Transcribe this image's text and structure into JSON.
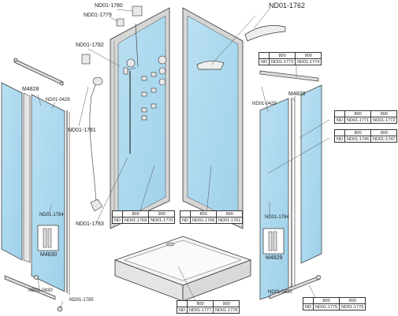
{
  "colors": {
    "glass": "#a8d6ec",
    "frame": "#c9c9c9",
    "stroke": "#333333",
    "line": "#555555"
  },
  "labels": {
    "nd01_1762": "ND01-1762",
    "nd01_1780": "ND01-1780",
    "nd01_1779": "ND01-1779",
    "nd01_1782": "ND01-1782",
    "nd01_1781": "ND01-1781",
    "nd01_1783": "ND01-1783",
    "m4828_left": "M4828",
    "nd01_0429_left": "ND01-0429",
    "nd01_1784_left": "ND01-1784",
    "m4830": "M4830",
    "nd01_0430_left": "ND01-0430",
    "nd01_1785": "ND01-1785",
    "nd01_0429_right": "ND01-0429",
    "m4828_right": "M4828",
    "nd01_1784_right": "ND01-1784",
    "m4829": "M4829",
    "nd01_0430_right": "ND01-0430"
  },
  "tables": {
    "top_right": {
      "h1": "800",
      "h2": "900",
      "k": "ND",
      "c1": "ND01-1773",
      "c2": "ND01-1774"
    },
    "right_upper": {
      "h1": "800",
      "h2": "900",
      "k": "ND",
      "c1": "ND01-1771",
      "c2": "ND01-1772"
    },
    "right_lower": {
      "h1": "800",
      "h2": "900",
      "k": "ND",
      "c1": "ND01-1746",
      "c2": "ND01-1747"
    },
    "back_left": {
      "h1": "800",
      "h2": "900",
      "k": "ND",
      "c1": "ND01-1769",
      "c2": "ND01-1770"
    },
    "back_right": {
      "h1": "800",
      "h2": "900",
      "k": "ND",
      "c1": "ND01-1768",
      "c2": "ND01-1761"
    },
    "tray": {
      "h1": "800",
      "h2": "900",
      "k": "ND",
      "c1": "ND01-1777",
      "c2": "ND01-1778"
    },
    "bottom_right": {
      "h1": "800",
      "h2": "900",
      "k": "ND",
      "c1": "ND01-1775",
      "c2": "ND01-1776"
    }
  }
}
